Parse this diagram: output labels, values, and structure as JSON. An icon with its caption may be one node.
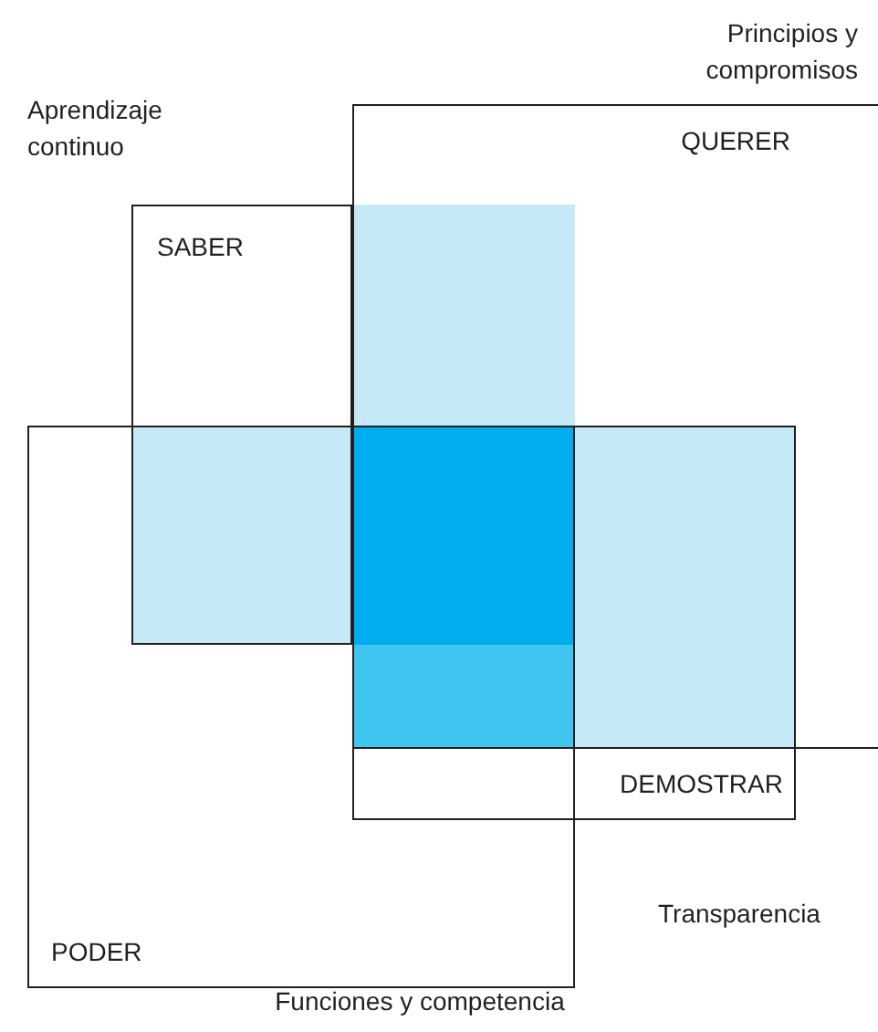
{
  "diagram": {
    "nodes": [
      {
        "text": [
          "QUERER"
        ],
        "beside": [
          "Principios y compromisos"
        ]
      },
      {
        "text": [
          "SABER"
        ],
        "beside": [
          "Aprendizaje continuo"
        ]
      },
      {
        "text": [
          "PODER"
        ],
        "beside": [
          "Funciones y competencia"
        ]
      },
      {
        "text": [
          "DEMOSTRAR"
        ],
        "beside": [
          "Transparencia"
        ]
      }
    ]
  }
}
